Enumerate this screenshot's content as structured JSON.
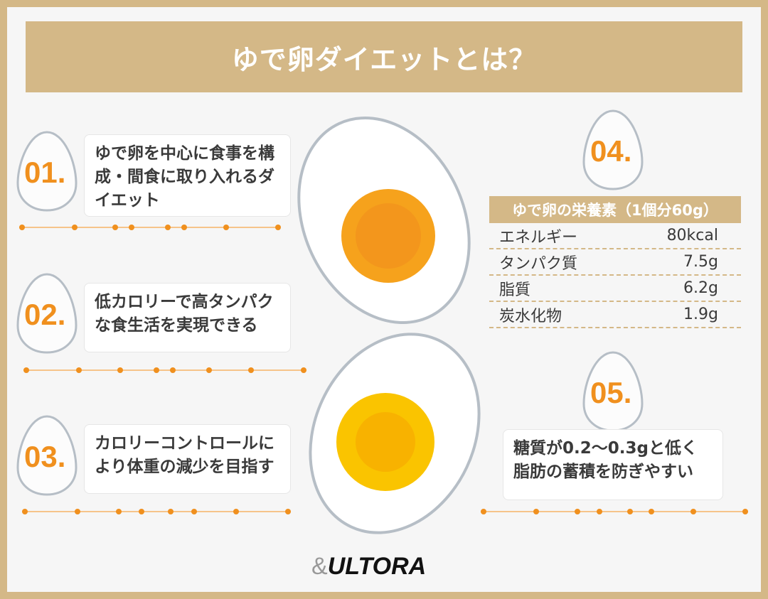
{
  "title": "ゆで卵ダイエットとは？",
  "points": [
    {
      "num": "01.",
      "text": "ゆで卵を中心に食事を構成・間食に取り入れるダイエット"
    },
    {
      "num": "02.",
      "text": "低カロリーで高タンパクな食生活を実現できる"
    },
    {
      "num": "03.",
      "text": "カロリーコントロールにより体重の減少を目指す"
    },
    {
      "num": "04."
    },
    {
      "num": "05.",
      "text": "糖質が0.2〜0.3gと低く脂肪の蓄積を防ぎやすい"
    }
  ],
  "nutrition": {
    "header": "ゆで卵の栄養素（1個分60g）",
    "rows": [
      {
        "name": "エネルギー",
        "value": "80kcal"
      },
      {
        "name": "タンパク質",
        "value": "7.5g"
      },
      {
        "name": "脂質",
        "value": "6.2g"
      },
      {
        "name": "炭水化物",
        "value": "1.9g"
      }
    ]
  },
  "logo": {
    "amp": "&",
    "name": "ULTORA"
  },
  "colors": {
    "accent": "#f0901e",
    "frame": "#d4b887",
    "yolk": "#f9b400"
  }
}
